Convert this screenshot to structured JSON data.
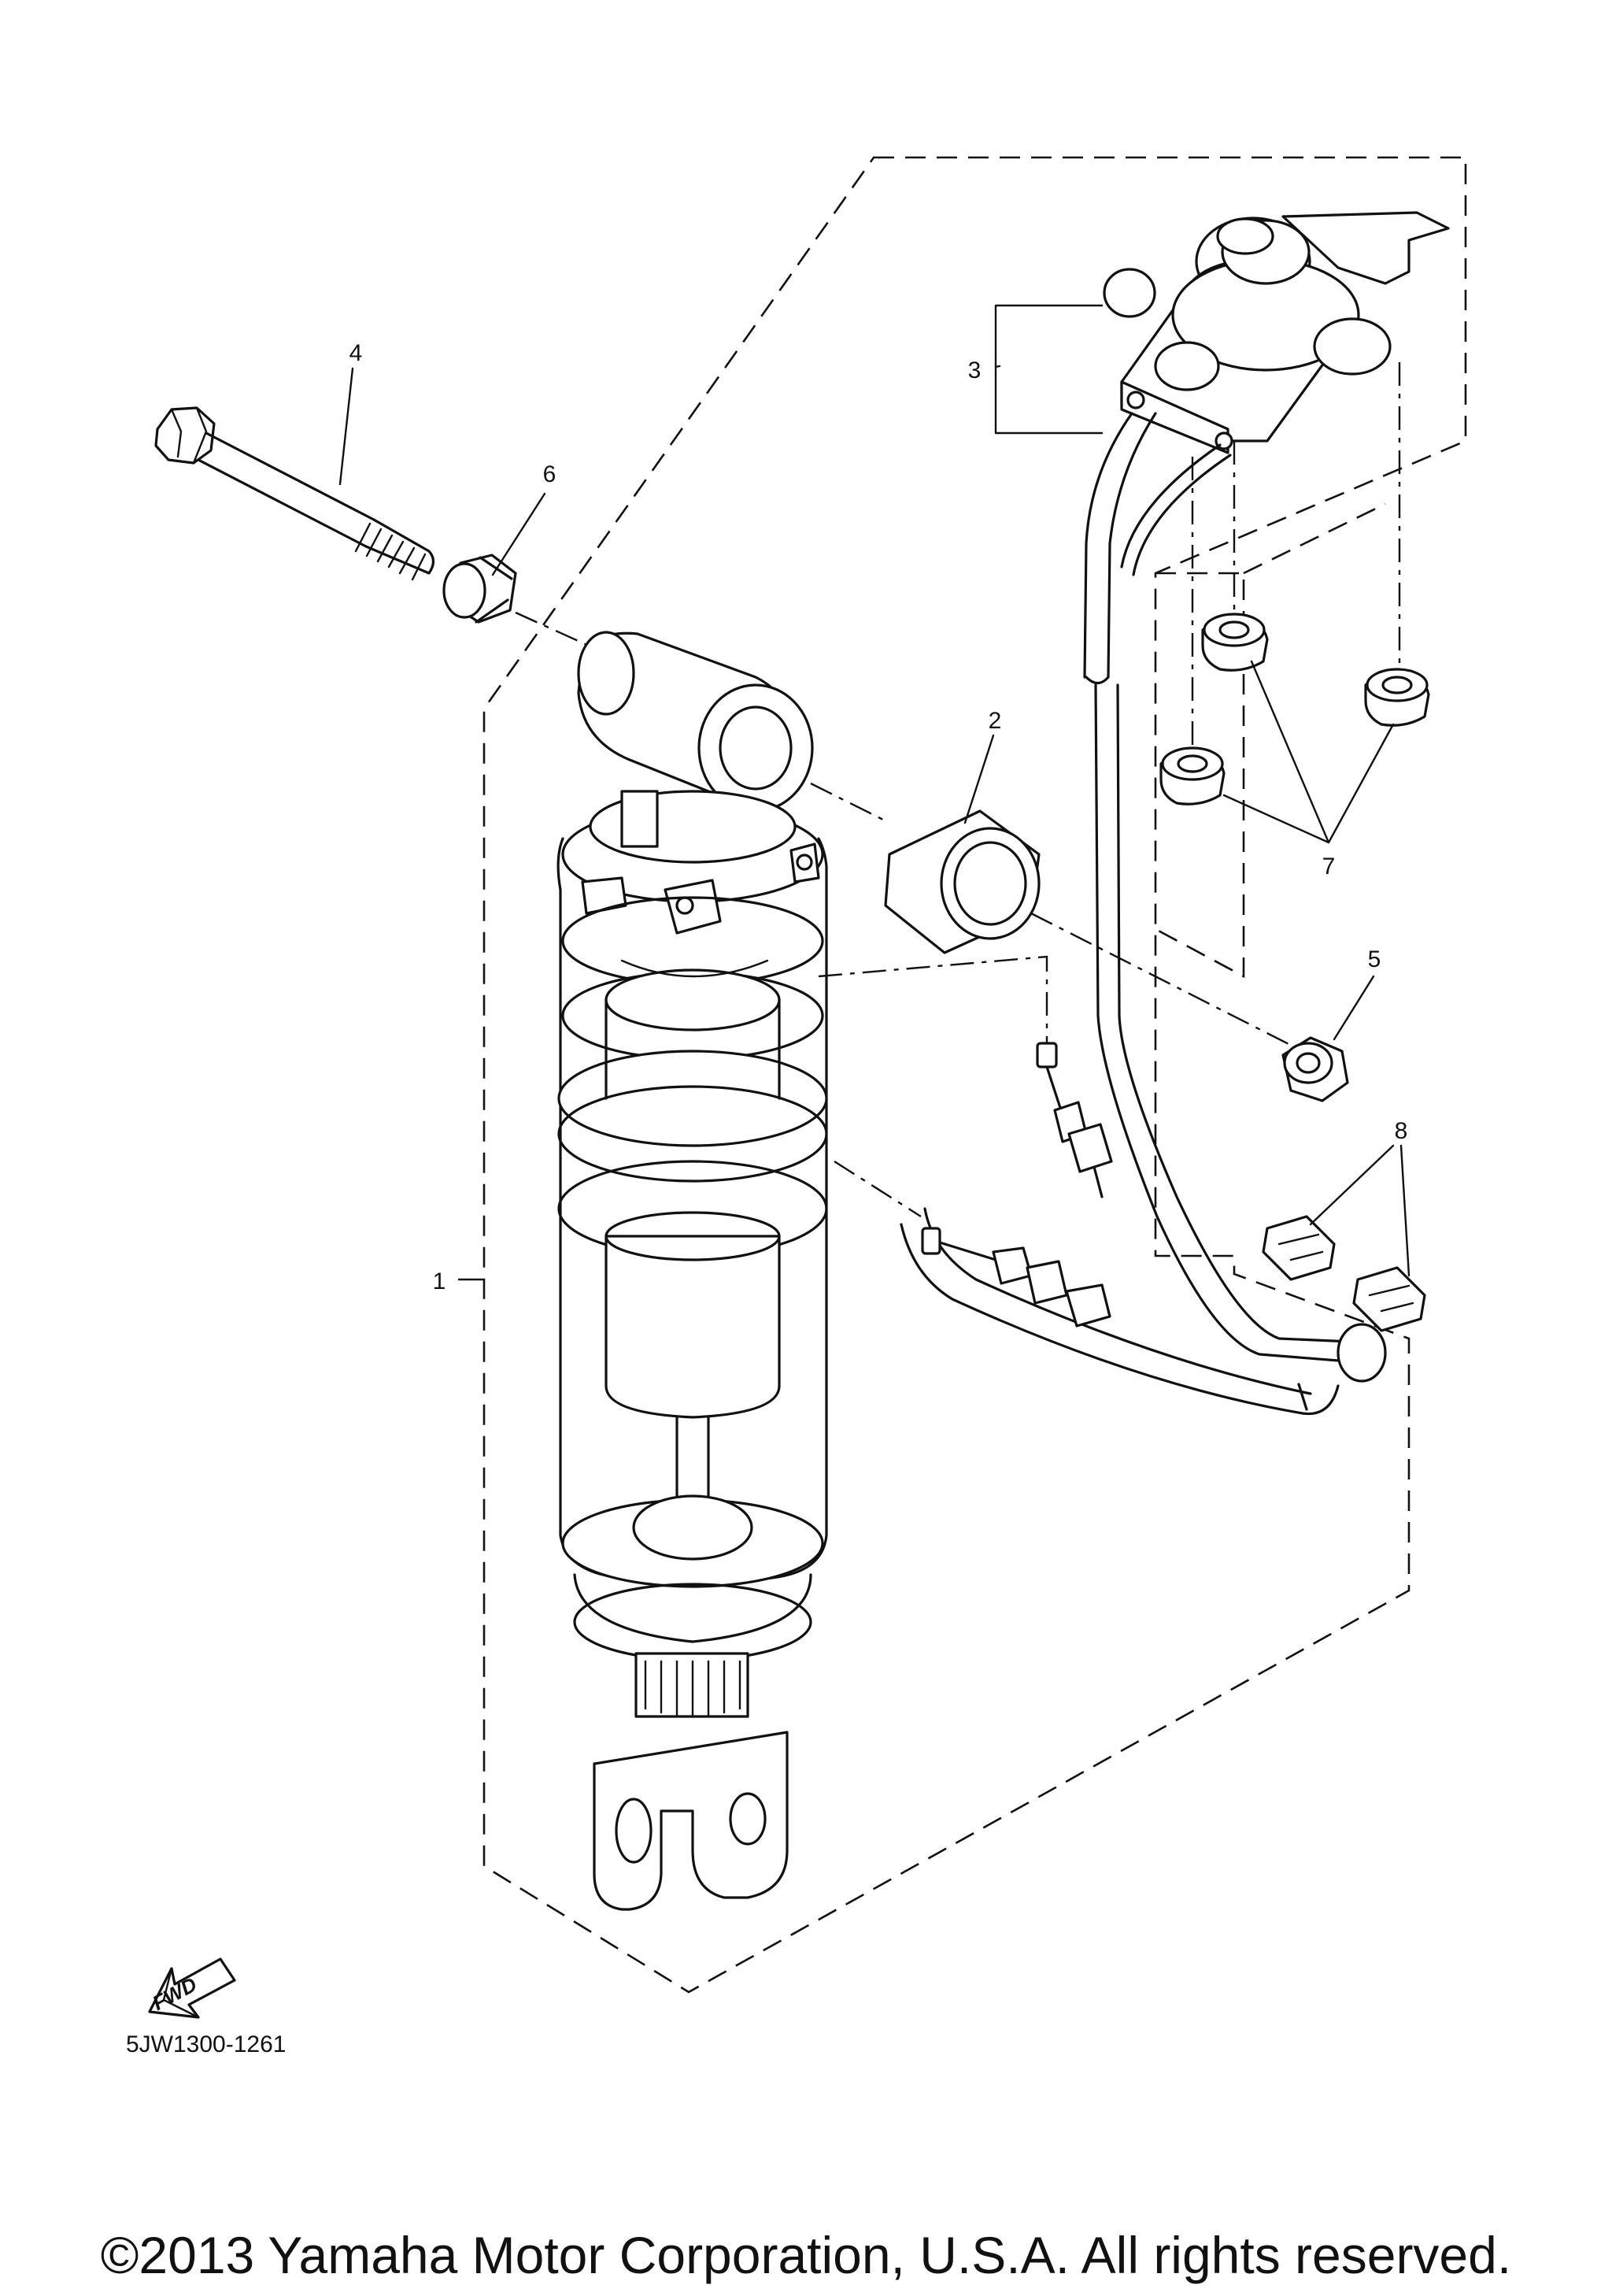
{
  "diagram": {
    "callouts": [
      {
        "id": "1",
        "text": "1"
      },
      {
        "id": "2",
        "text": "2"
      },
      {
        "id": "3",
        "text": "3"
      },
      {
        "id": "4",
        "text": "4"
      },
      {
        "id": "5",
        "text": "5"
      },
      {
        "id": "6",
        "text": "6"
      },
      {
        "id": "7",
        "text": "7"
      },
      {
        "id": "8",
        "text": "8"
      }
    ],
    "fwd_badge": "FWD",
    "drawing_code": "5JW1300-1261"
  },
  "footer": {
    "copyright": "©2013 Yamaha Motor Corporation, U.S.A. All rights reserved."
  }
}
